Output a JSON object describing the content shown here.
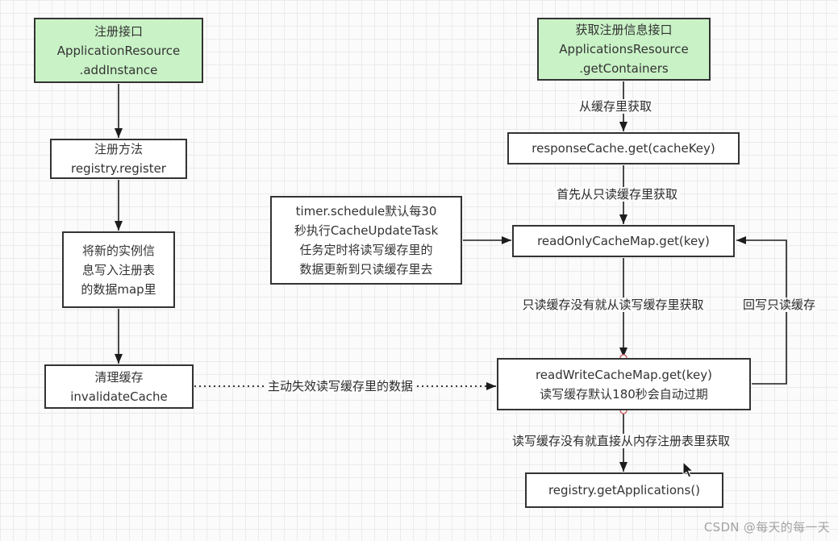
{
  "nodes": {
    "register_api": {
      "line1": "注册接口",
      "line2": "ApplicationResource",
      "line3": ".addInstance"
    },
    "get_containers_api": {
      "line1": "获取注册信息接口",
      "line2": "ApplicationsResource",
      "line3": ".getContainers"
    },
    "register_method": {
      "line1": "注册方法",
      "line2": "registry.register"
    },
    "write_instance": {
      "line1": "将新的实例信",
      "line2": "息写入注册表",
      "line3": "的数据map里"
    },
    "invalidate_cache": {
      "line1": "清理缓存",
      "line2": "invalidateCache"
    },
    "response_cache": {
      "line1": "responseCache.get(cacheKey)"
    },
    "read_only_cache": {
      "line1": "readOnlyCacheMap.get(key)"
    },
    "timer_task": {
      "line1": "timer.schedule默认每30",
      "line2": "秒执行CacheUpdateTask",
      "line3": "任务定时将读写缓存里的",
      "line4": "数据更新到只读缓存里去"
    },
    "read_write_cache": {
      "line1": "readWriteCacheMap.get(key)",
      "line2": "读写缓存默认180秒会自动过期"
    },
    "get_applications": {
      "line1": "registry.getApplications()"
    }
  },
  "edge_labels": {
    "from_cache": "从缓存里获取",
    "first_read_only": "首先从只读缓存里获取",
    "read_write_fallback": "只读缓存没有就从读写缓存里获取",
    "write_back": "回写只读缓存",
    "invalidate_note": "主动失效读写缓存里的数据",
    "registry_fallback": "读写缓存没有就直接从内存注册表里获取"
  },
  "watermark": "CSDN @每天的每一天",
  "colors": {
    "node_fill_green": "#c9f2c6",
    "node_fill_white": "#ffffff",
    "node_border": "#333333",
    "edge": "#1c1c1c",
    "connector_point": "#cc6666",
    "watermark_text": "#a3a3a3"
  }
}
